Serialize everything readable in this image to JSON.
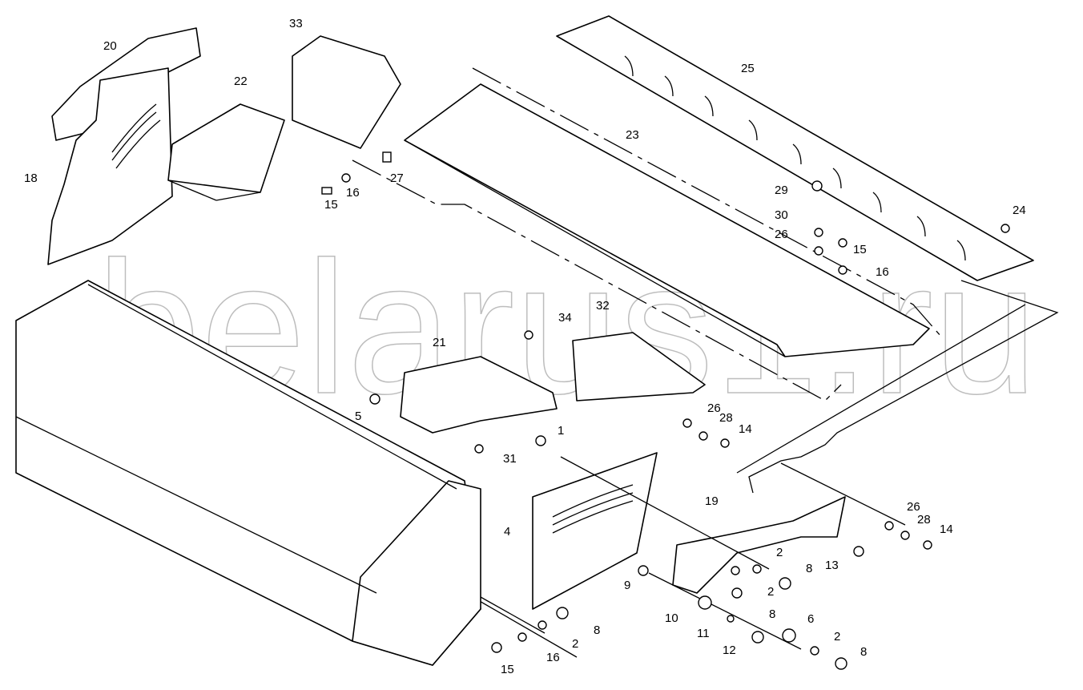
{
  "diagram": {
    "watermark": "belarus1.ru",
    "callouts": [
      "20",
      "22",
      "33",
      "25",
      "23",
      "18",
      "27",
      "16",
      "15",
      "29",
      "30",
      "26",
      "15",
      "16",
      "24",
      "34",
      "32",
      "21",
      "5",
      "26",
      "28",
      "14",
      "31",
      "1",
      "19",
      "4",
      "26",
      "28",
      "14",
      "2",
      "13",
      "8",
      "9",
      "2",
      "10",
      "8",
      "2",
      "8",
      "11",
      "6",
      "12",
      "2",
      "16",
      "15",
      "8"
    ]
  }
}
